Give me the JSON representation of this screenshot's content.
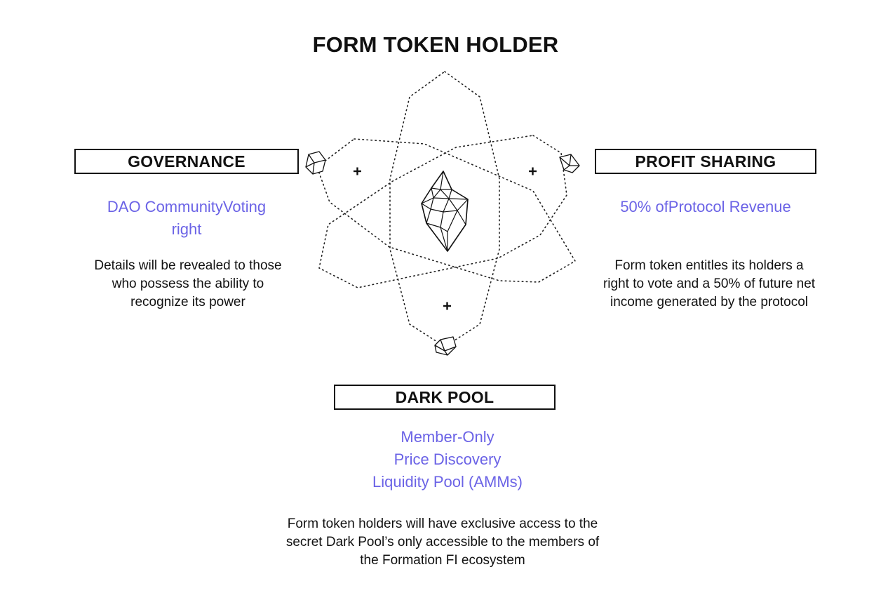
{
  "title": "FORM TOKEN HOLDER",
  "colors": {
    "accent": "#6b63e6",
    "text": "#111111",
    "background": "#ffffff"
  },
  "governance": {
    "label": "GOVERNANCE",
    "highlight": [
      "DAO CommunityVoting",
      "right"
    ],
    "description": [
      "Details will be revealed to those",
      "who possess the ability to",
      "recognize its power"
    ]
  },
  "profit_sharing": {
    "label": "PROFIT SHARING",
    "highlight": [
      "50% ofProtocol Revenue"
    ],
    "description": [
      "Form token entitles its holders a",
      "right to vote and a 50% of future net",
      "income generated by the protocol"
    ]
  },
  "dark_pool": {
    "label": "DARK POOL",
    "highlight": [
      "Member-Only",
      "Price Discovery",
      "Liquidity Pool (AMMs)"
    ],
    "description": [
      "Form token holders will have exclusive access to the",
      "secret Dark Pool’s only accessible to the members of",
      "the Formation FI ecosystem"
    ]
  },
  "icons": {
    "center": "crystal-icon",
    "orbit": [
      "gem-icon",
      "gem-icon",
      "gem-icon"
    ],
    "markers": [
      "plus-icon",
      "plus-icon",
      "plus-icon"
    ]
  }
}
